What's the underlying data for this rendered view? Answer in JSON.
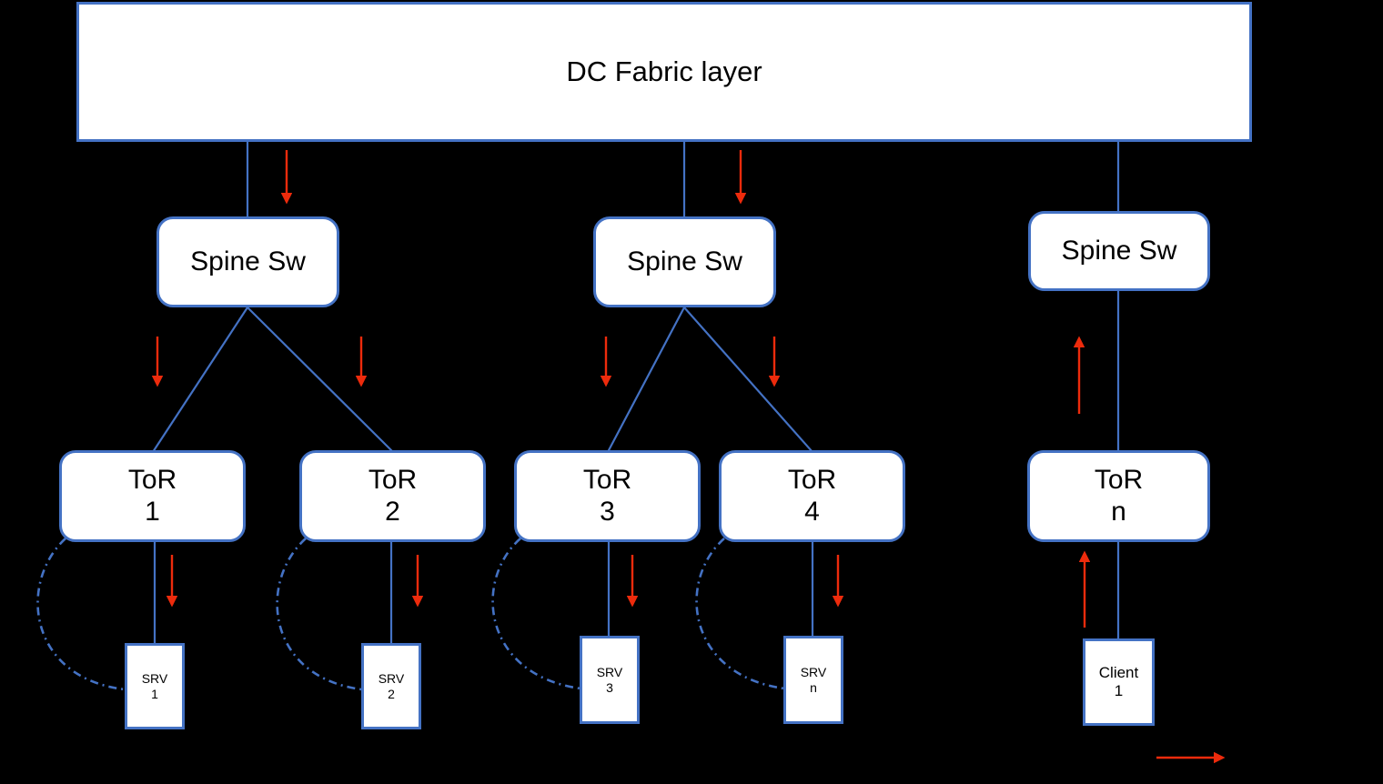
{
  "diagram": {
    "title": "DC Fabric layer",
    "background_color": "#000000",
    "node_fill": "#ffffff",
    "node_border_color": "#4472C4",
    "link_color": "#4472C4",
    "arrow_color": "#ED2B0C",
    "fabric": {
      "label": "DC Fabric layer"
    },
    "spines": [
      {
        "label": "Spine Sw"
      },
      {
        "label": "Spine Sw"
      },
      {
        "label": "Spine Sw"
      }
    ],
    "tors": [
      {
        "line1": "ToR",
        "line2": "1"
      },
      {
        "line1": "ToR",
        "line2": "2"
      },
      {
        "line1": "ToR",
        "line2": "3"
      },
      {
        "line1": "ToR",
        "line2": "4"
      },
      {
        "line1": "ToR",
        "line2": "n"
      }
    ],
    "servers": [
      {
        "line1": "SRV",
        "line2": "1"
      },
      {
        "line1": "SRV",
        "line2": "2"
      },
      {
        "line1": "SRV",
        "line2": "3"
      },
      {
        "line1": "SRV",
        "line2": "n"
      }
    ],
    "client": {
      "line1": "Client",
      "line2": "1"
    }
  }
}
